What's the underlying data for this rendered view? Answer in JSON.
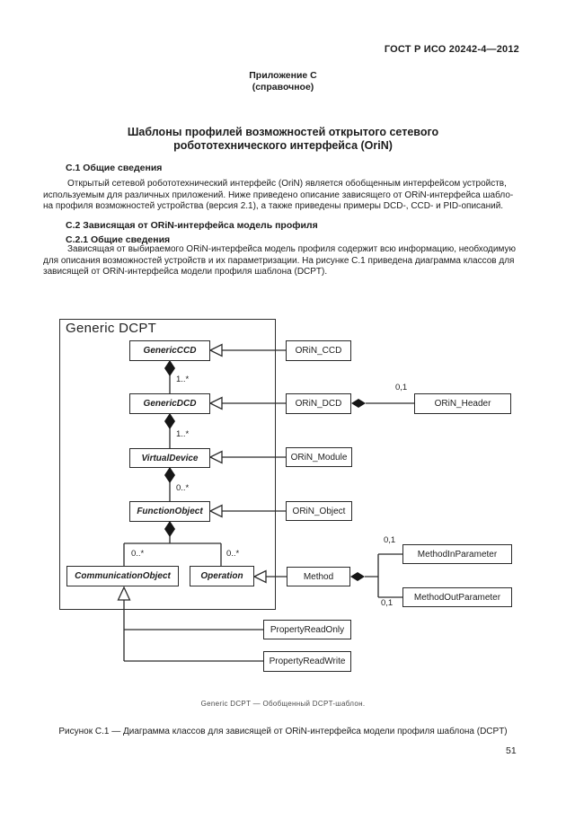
{
  "header": {
    "standard_ref": "ГОСТ Р ИСО 20242-4—2012"
  },
  "annex": {
    "label": "Приложение С",
    "note": "(справочное)"
  },
  "title": {
    "line1": "Шаблоны профилей возможностей открытого сетевого",
    "line2": "робототехнического интерфейса (OriN)"
  },
  "sections": {
    "s1_heading": "С.1 Общие сведения",
    "s1_lines": [
      "Открытый сетевой робототехнический интерфейс (OriN) является обобщенным интерфейсом устройств,",
      "используемым для различных приложений. Ниже приведено описание зависящего от ORiN-интерфейса шабло-",
      "на профиля возможностей устройства (версия 2.1), а также приведены примеры DCD-, CCD- и PID-описаний."
    ],
    "s2_heading": "С.2 Зависящая от ORiN-интерфейса модель профиля",
    "s21_heading": "С.2.1 Общие сведения",
    "s21_lines": [
      "Зависящая от выбираемого ORiN-интерфейса модель профиля содержит всю информацию, необходимую",
      "для описания возможностей устройств и их параметризации. На рисунке С.1 приведена диаграмма классов для",
      "зависящей от ORiN-интерфейса модели профиля шаблона (DCPT)."
    ]
  },
  "diagram": {
    "frame_title": "Generic DCPT",
    "classes": {
      "generic_ccd": "GenericCCD",
      "generic_dcd": "GenericDCD",
      "virtual_device": "VirtualDevice",
      "function_object": "FunctionObject",
      "communication_object": "CommunicationObject",
      "operation": "Operation",
      "orin_ccd": "ORiN_CCD",
      "orin_dcd": "ORiN_DCD",
      "orin_header": "ORiN_Header",
      "orin_module": "ORiN_Module",
      "orin_object": "ORiN_Object",
      "method": "Method",
      "method_in_parameter": "MethodInParameter",
      "method_out_parameter": "MethodOutParameter",
      "property_read_only": "PropertyReadOnly",
      "property_read_write": "PropertyReadWrite"
    },
    "multiplicities": {
      "ccd_dcd": "1..*",
      "dcd_vd": "1..*",
      "vd_fo": "0..*",
      "fo_co": "0..*",
      "fo_op": "0..*",
      "dcd_header": "0,1",
      "method_in": "0,1",
      "method_out": "0,1"
    }
  },
  "captions": {
    "legend": "Generic DCPT — Обобщенный DCPT-шаблон.",
    "figure": "Рисунок С.1 — Диаграмма классов для зависящей от ORiN-интерфейса модели профиля шаблона (DCPT)"
  },
  "page_number": "51"
}
